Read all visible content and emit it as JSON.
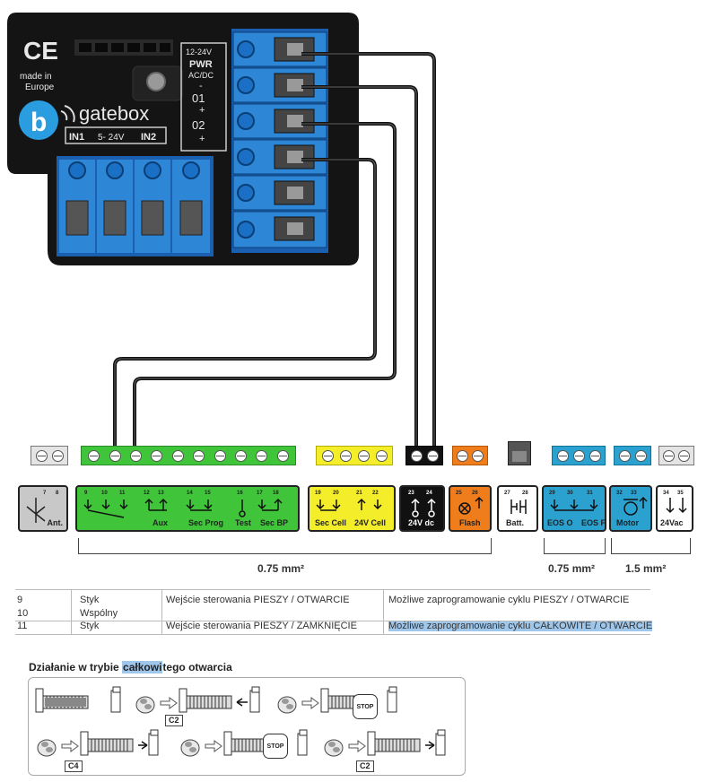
{
  "module": {
    "brand": "gatebox",
    "ce_mark": "CE",
    "made_in": "made in",
    "origin": "Europe",
    "power": [
      "12-24V",
      "PWR",
      "AC/DC"
    ],
    "minus": "-",
    "out1": "01",
    "plus": "+",
    "out2": "02",
    "inputs": [
      "IN1",
      "5- 24V",
      "IN2"
    ]
  },
  "panels": [
    {
      "id": "ant",
      "label": "Ant.",
      "nums": [
        "7",
        "8"
      ],
      "color": "#c8c8c8"
    },
    {
      "id": "green",
      "labels": [
        "Aux",
        "Sec Prog",
        "Test",
        "Sec BP"
      ],
      "nums": [
        "9",
        "10",
        "11",
        "12",
        "13",
        "14",
        "15",
        "16",
        "17",
        "18"
      ],
      "color": "#3fc43a"
    },
    {
      "id": "yellow",
      "labels": [
        "Sec Cell",
        "24V Cell"
      ],
      "nums": [
        "19",
        "20",
        "21",
        "22"
      ],
      "color": "#f4ee2a"
    },
    {
      "id": "dc",
      "label": "24V dc",
      "nums": [
        "23",
        "24"
      ],
      "color": "#111111"
    },
    {
      "id": "flash",
      "label": "Flash",
      "nums": [
        "25",
        "26"
      ],
      "color": "#f07d1b"
    },
    {
      "id": "batt",
      "label": "Batt.",
      "nums": [
        "27",
        "28"
      ],
      "color": "#ffffff"
    },
    {
      "id": "eos",
      "labels": [
        "EOS O",
        "EOS F"
      ],
      "nums": [
        "29",
        "30",
        "31"
      ],
      "color": "#2aa1cf"
    },
    {
      "id": "motor",
      "label": "Motor",
      "nums": [
        "32",
        "33"
      ],
      "color": "#2aa1cf"
    },
    {
      "id": "vac",
      "label": "24Vac",
      "nums": [
        "34",
        "35"
      ],
      "color": "#ffffff"
    }
  ],
  "measurements": [
    "0.75 mm²",
    "0.75 mm²",
    "1.5 mm²"
  ],
  "table": {
    "rows": [
      {
        "num": "9",
        "type": "Styk",
        "desc": "Wejście sterowania PIESZY / OTWARCIE",
        "note": "Możliwe zaprogramowanie cyklu PIESZY / OTWARCIE"
      },
      {
        "num": "10",
        "type": "Wspólny",
        "desc": "",
        "note": ""
      },
      {
        "num": "11",
        "type": "Styk",
        "desc": "Wejście sterowania PIESZY / ZAMKNIĘCIE",
        "note": "Możliwe zaprogramowanie cyklu CAŁKOWITE / OTWARCIE"
      }
    ]
  },
  "mode": {
    "title_pre": "Działanie w trybie ",
    "title_hl": "całkowi",
    "title_post": "tego otwarcia",
    "stop": "STOP",
    "codes": [
      "C2",
      "C4",
      "C2"
    ]
  },
  "colors": {
    "terminal_blue": "#2d86d6",
    "highlight": "#9fc7ec",
    "wire": "#111111"
  }
}
